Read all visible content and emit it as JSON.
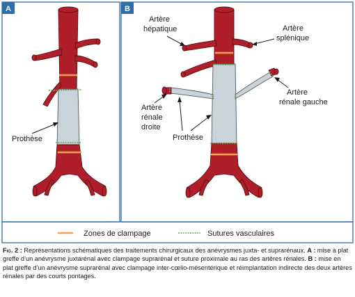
{
  "panels": {
    "a": {
      "tag": "A",
      "labels": {
        "prothese": "Prothèse"
      }
    },
    "b": {
      "tag": "B",
      "labels": {
        "hepatique_1": "Artère",
        "hepatique_2": "hépatique",
        "splenique_1": "Artère",
        "splenique_2": "splénique",
        "renale_gauche_1": "Artère",
        "renale_gauche_2": "rénale gauche",
        "renale_droite_1": "Artère",
        "renale_droite_2": "rénale",
        "renale_droite_3": "droite",
        "prothese": "Prothèse"
      }
    }
  },
  "legend": {
    "clamp": "Zones de clampage",
    "suture": "Sutures vasculaires"
  },
  "caption": {
    "fig": "Fig. 2 :",
    "intro": " Représentations schématiques des traitements chirurgicaux des anévrysmes juxta- et suprarénaux. ",
    "a_tag": "A :",
    "a_text": " mise à plat greffe d’un anévrysme juxtarénal avec clampage suprarénal et suture proximale au ras des artères rénales. ",
    "b_tag": "B :",
    "b_text": " mise en plat greffe d’un anévrysme suprarénal avec clampage inter-cœlio-mésentérique et réimplantation indirecte des deux artères rénales par des courts pontages."
  },
  "colors": {
    "artery": "#b01e2a",
    "graft": "#c9d4da",
    "clamp": "#f5a350",
    "suture": "#6aa842",
    "frame": "#2f6da8"
  }
}
